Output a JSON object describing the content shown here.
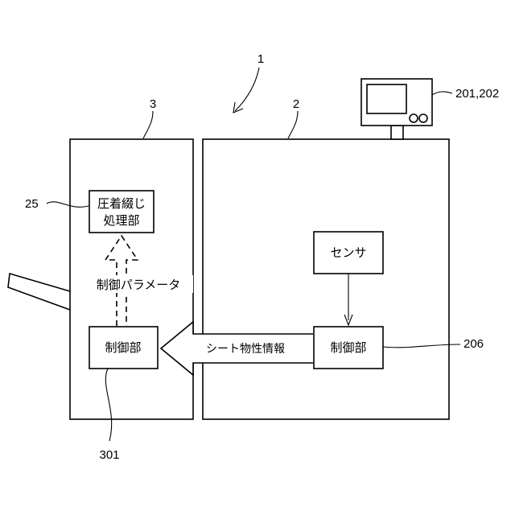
{
  "labels": {
    "system": "1",
    "post_processor": "3",
    "image_forming": "2",
    "panel": "201,202",
    "crimp_unit_ref": "25",
    "ctrl_left_ref": "301",
    "ctrl_right_ref": "206"
  },
  "blocks": {
    "crimp_line1": "圧着綴じ",
    "crimp_line2": "処理部",
    "sensor": "センサ",
    "ctrl_left": "制御部",
    "ctrl_right": "制御部"
  },
  "arrows": {
    "control_param": "制御パラメータ",
    "sheet_info": "シート物性情報"
  }
}
